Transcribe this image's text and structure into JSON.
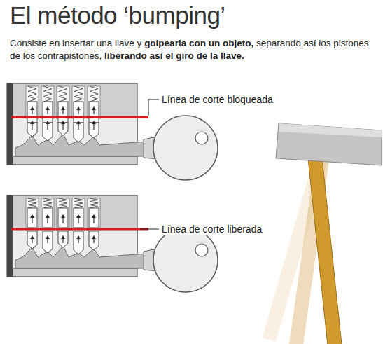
{
  "diagram": {
    "title": "El método ‘bumping’",
    "labels": [
      "Consiste en insertar una llave y",
      "golpearla con un objeto,",
      "separando así los pistones de los contrapistones,",
      "liberando así el giro de la llave.",
      "Línea de corte bloqueada",
      "Línea de corte liberada"
    ]
  }
}
